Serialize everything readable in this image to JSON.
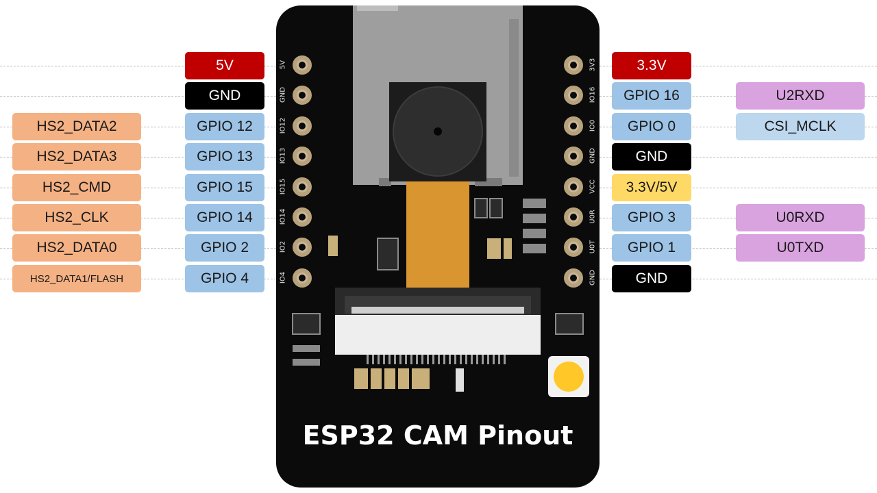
{
  "title": "ESP32 CAM Pinout",
  "colors": {
    "power_red": "#c00000",
    "ground_black": "#000000",
    "gpio_blue": "#9dc3e6",
    "hs2_orange": "#f4b183",
    "uart_purple": "#d9a3df",
    "csi_blue": "#bdd7ee",
    "vcc_yellow": "#ffd966"
  },
  "left_pins": {
    "silkscreen": [
      "5V",
      "GND",
      "IO12",
      "IO13",
      "IO15",
      "IO14",
      "IO2",
      "IO4"
    ],
    "functions": [
      "5V",
      "GND",
      "GPIO 12",
      "GPIO 13",
      "GPIO 15",
      "GPIO 14",
      "GPIO 2",
      "GPIO 4"
    ],
    "alt": [
      "",
      "",
      "HS2_DATA2",
      "HS2_DATA3",
      "HS2_CMD",
      "HS2_CLK",
      "HS2_DATA0",
      "HS2_DATA1/FLASH"
    ]
  },
  "right_pins": {
    "silkscreen": [
      "3V3",
      "IO16",
      "IO0",
      "GND",
      "VCC",
      "U0R",
      "U0T",
      "GND"
    ],
    "functions": [
      "3.3V",
      "GPIO 16",
      "GPIO 0",
      "GND",
      "3.3V/5V",
      "GPIO 3",
      "GPIO 1",
      "GND"
    ],
    "alt": [
      "",
      "U2RXD",
      "CSI_MCLK",
      "",
      "",
      "U0RXD",
      "U0TXD",
      ""
    ]
  }
}
